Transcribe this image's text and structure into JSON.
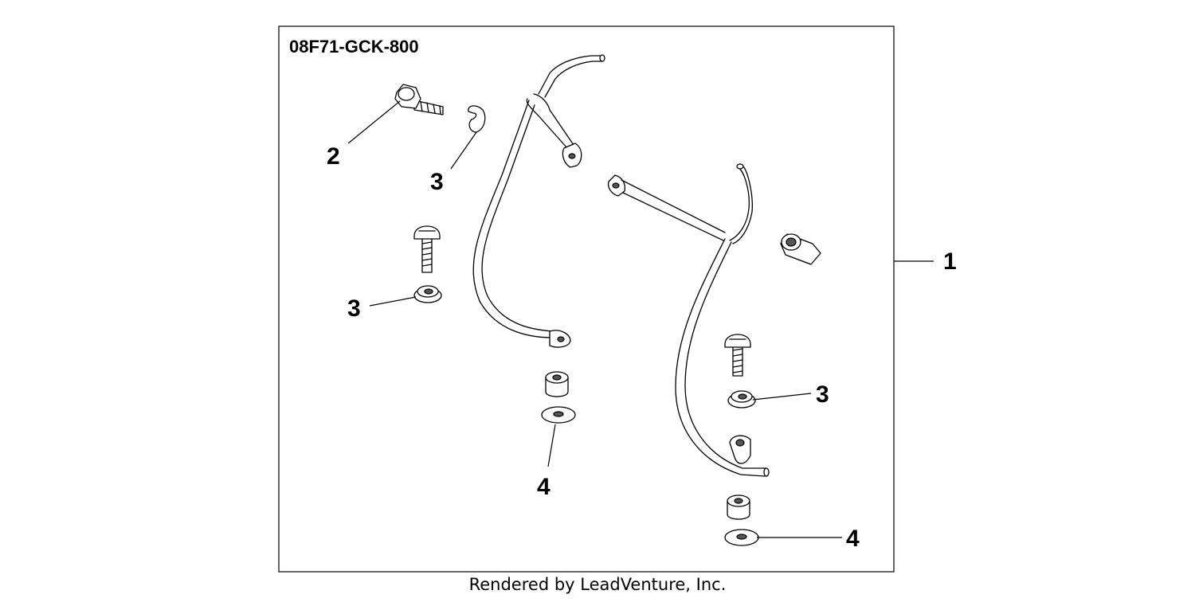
{
  "diagram": {
    "kit_number": "08F71-GCK-800",
    "callouts": {
      "c1": "1",
      "c2": "2",
      "c3a": "3",
      "c3b": "3",
      "c3c": "3",
      "c4a": "4",
      "c4b": "4"
    }
  },
  "footer": {
    "text": "Rendered by LeadVenture, Inc."
  }
}
